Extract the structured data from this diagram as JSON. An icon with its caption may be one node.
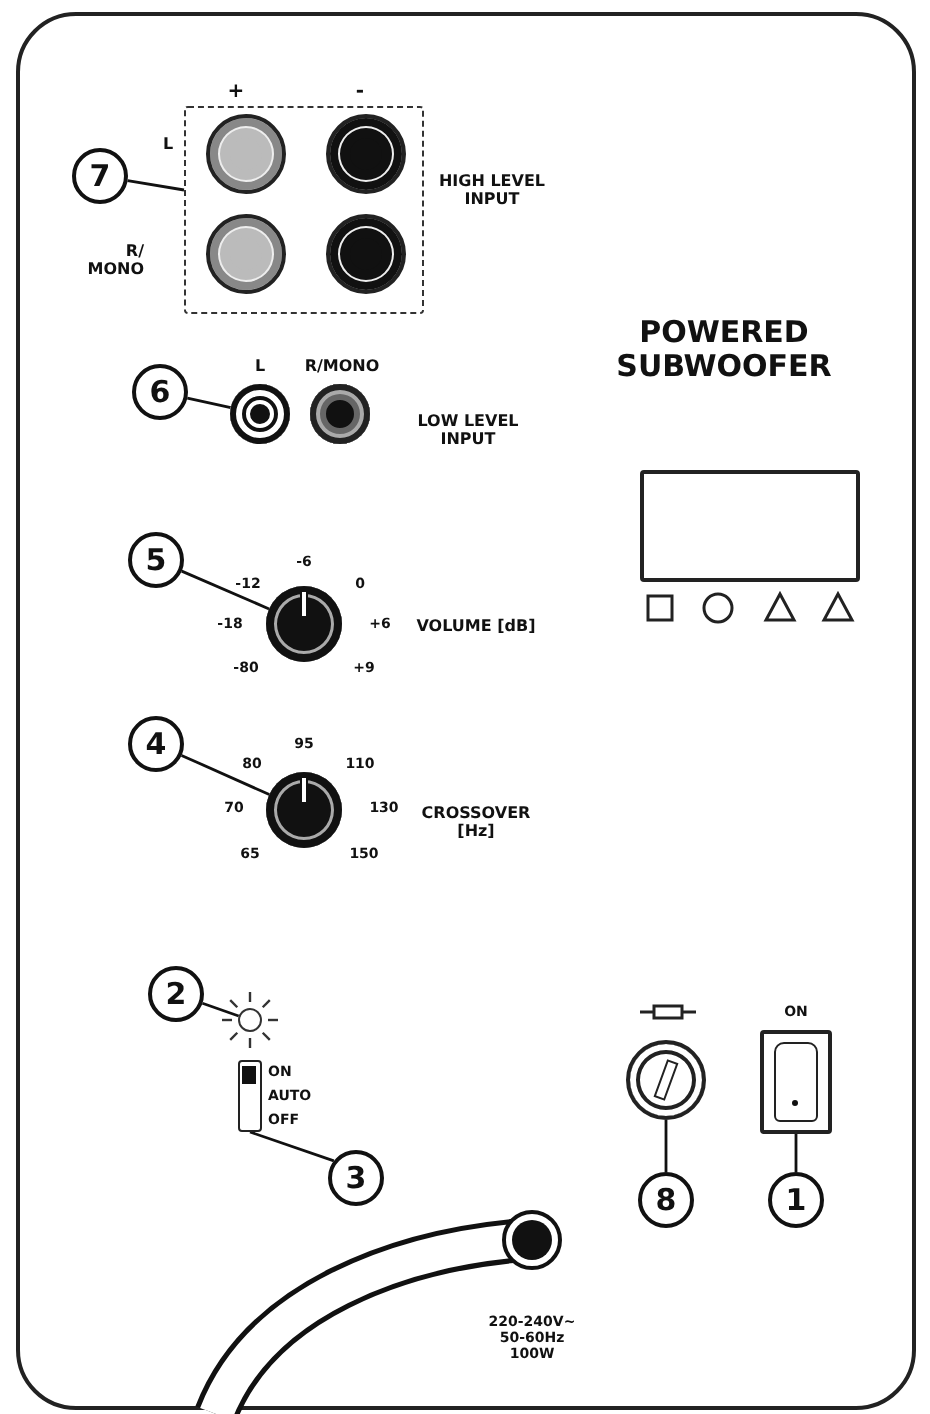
{
  "diagram": {
    "nodes": [
      {
        "text": [
          "7"
        ]
      },
      {
        "text": [],
        "shape": "box"
      },
      {
        "text": [
          "6"
        ]
      },
      {
        "text": [],
        "shape": "circle"
      },
      {
        "text": [
          "5"
        ]
      },
      {
        "text": [],
        "shape": "circle"
      },
      {
        "text": [
          "4"
        ]
      },
      {
        "text": [],
        "shape": "circle"
      },
      {
        "text": [
          "2"
        ]
      },
      {
        "text": [],
        "shape": "circle"
      },
      {
        "text": [
          "3"
        ]
      },
      {
        "text": [],
        "shape": "box"
      },
      {
        "text": [
          "8"
        ]
      },
      {
        "text": [],
        "shape": "circle"
      },
      {
        "text": [
          "1"
        ]
      },
      {
        "text": [],
        "shape": "box"
      },
      {
        "text": [],
        "shape": "box"
      }
    ],
    "edges": [
      {
        "from": 0,
        "to": 1,
        "arrow": "none"
      },
      {
        "from": 2,
        "to": 3,
        "arrow": "none"
      },
      {
        "from": 4,
        "to": 5,
        "arrow": "none"
      },
      {
        "from": 6,
        "to": 7,
        "arrow": "none"
      },
      {
        "from": 8,
        "to": 9,
        "arrow": "none"
      },
      {
        "from": 10,
        "to": 11,
        "arrow": "none"
      },
      {
        "from": 12,
        "to": 13,
        "arrow": "none"
      },
      {
        "from": 14,
        "to": 15,
        "arrow": "none"
      }
    ],
    "labels": [
      "+",
      "-",
      "L",
      "R/ MONO",
      "HIGH LEVEL INPUT",
      "POWERED SUBWOOFER",
      "L",
      "R/MONO",
      "LOW LEVEL INPUT",
      "-6",
      "-12",
      "0",
      "-18",
      "+6",
      "-80",
      "+9",
      "VOLUME [dB]",
      "95",
      "80",
      "110",
      "70",
      "130",
      "65",
      "150",
      "CROSSOVER [Hz]",
      "ON",
      "AUTO",
      "OFF",
      "ON",
      "220-240V~ 50-60Hz 100W"
    ]
  }
}
